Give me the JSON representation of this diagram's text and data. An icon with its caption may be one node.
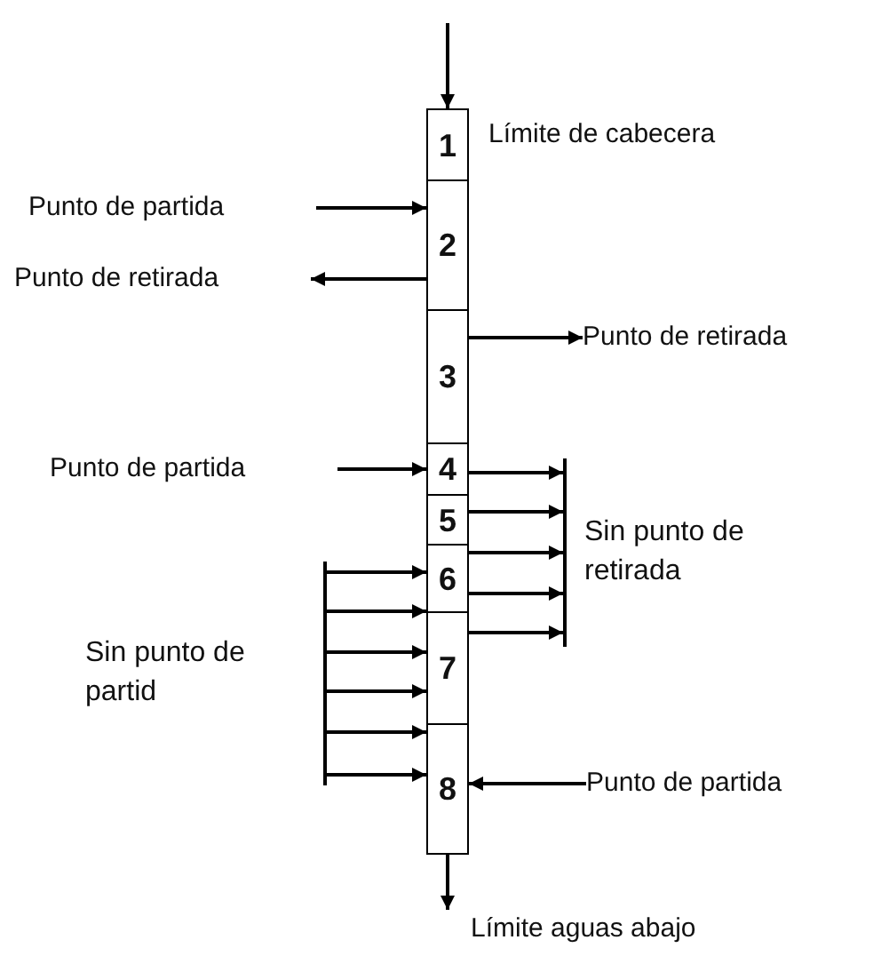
{
  "diagram": {
    "nodes": [
      {
        "text": [
          "1"
        ],
        "beside": [
          "Límite de cabecera"
        ]
      },
      {
        "text": [
          "2"
        ]
      },
      {
        "text": [
          "3"
        ]
      },
      {
        "text": [
          "4"
        ]
      },
      {
        "text": [
          "5"
        ]
      },
      {
        "text": [
          "6"
        ]
      },
      {
        "text": [
          "7"
        ]
      },
      {
        "text": [
          "8"
        ]
      },
      {
        "text": [
          "Punto de partida"
        ]
      },
      {
        "text": [
          "Punto de retirada"
        ]
      },
      {
        "text": [
          "Punto de retirada"
        ]
      },
      {
        "text": [
          "Punto de partida"
        ]
      },
      {
        "text": [
          "Sin punto de retirada"
        ]
      },
      {
        "text": [
          "Sin punto de partid"
        ]
      },
      {
        "text": [
          "Punto de partida"
        ]
      },
      {
        "text": [
          "Límite aguas abajo"
        ]
      }
    ],
    "edges": [
      {
        "from": null,
        "to": 0,
        "arrow": "to"
      },
      {
        "from": 8,
        "to": 1,
        "arrow": "to"
      },
      {
        "from": 1,
        "to": 9,
        "arrow": "to"
      },
      {
        "from": 2,
        "to": 10,
        "arrow": "to"
      },
      {
        "from": 11,
        "to": 3,
        "arrow": "to"
      },
      {
        "from": 3,
        "to": 12,
        "arrow": "to"
      },
      {
        "from": 4,
        "to": 12,
        "arrow": "to"
      },
      {
        "from": 5,
        "to": 12,
        "arrow": "to"
      },
      {
        "from": 5,
        "to": 12,
        "arrow": "to"
      },
      {
        "from": 6,
        "to": 12,
        "arrow": "to"
      },
      {
        "from": 13,
        "to": 5,
        "arrow": "to"
      },
      {
        "from": 13,
        "to": 6,
        "arrow": "to"
      },
      {
        "from": 13,
        "to": 6,
        "arrow": "to"
      },
      {
        "from": 13,
        "to": 6,
        "arrow": "to"
      },
      {
        "from": 13,
        "to": 7,
        "arrow": "to"
      },
      {
        "from": 13,
        "to": 7,
        "arrow": "to"
      },
      {
        "from": 14,
        "to": 7,
        "arrow": "to"
      },
      {
        "from": 7,
        "to": 15,
        "arrow": "to"
      }
    ]
  }
}
